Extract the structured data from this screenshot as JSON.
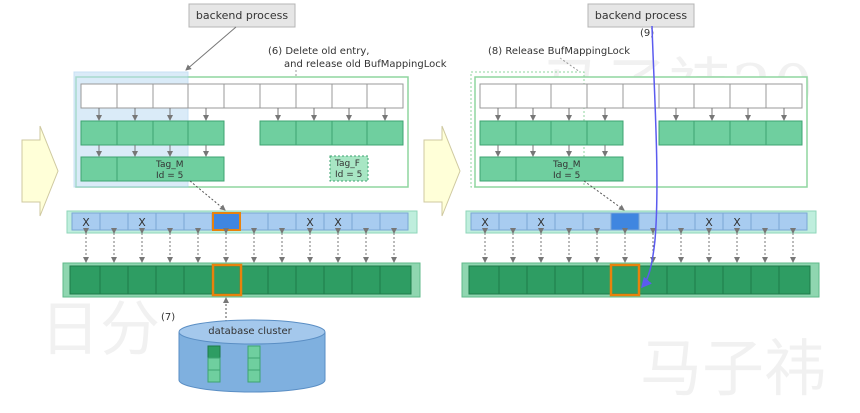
{
  "left": {
    "backend_label": "backend process",
    "annotation_6_line1": "(6) Delete old entry,",
    "annotation_6_line2": "and release old BufMappingLock",
    "tag_m": "Tag_M",
    "tag_m_id": "Id = 5",
    "tag_f": "Tag_F",
    "tag_f_id": "Id = 5",
    "x_marks": [
      "X",
      "X",
      "X",
      "X"
    ],
    "annotation_7": "(7)",
    "cluster_label": "database cluster"
  },
  "right": {
    "backend_label": "backend process",
    "annotation_9": "(9)",
    "annotation_8": "(8) Release BufMappingLock",
    "tag_m": "Tag_M",
    "tag_m_id": "Id = 5",
    "x_marks": [
      "X",
      "X",
      "X",
      "X"
    ]
  },
  "colors": {
    "entry_green": "#6fcf9f",
    "pool_green": "#2e9d63",
    "descriptor_blue": "#a8ccf0",
    "highlight_orange": "#e8820c",
    "selected_blue": "#3f86e0",
    "arrow_purple": "#5b5bef"
  }
}
